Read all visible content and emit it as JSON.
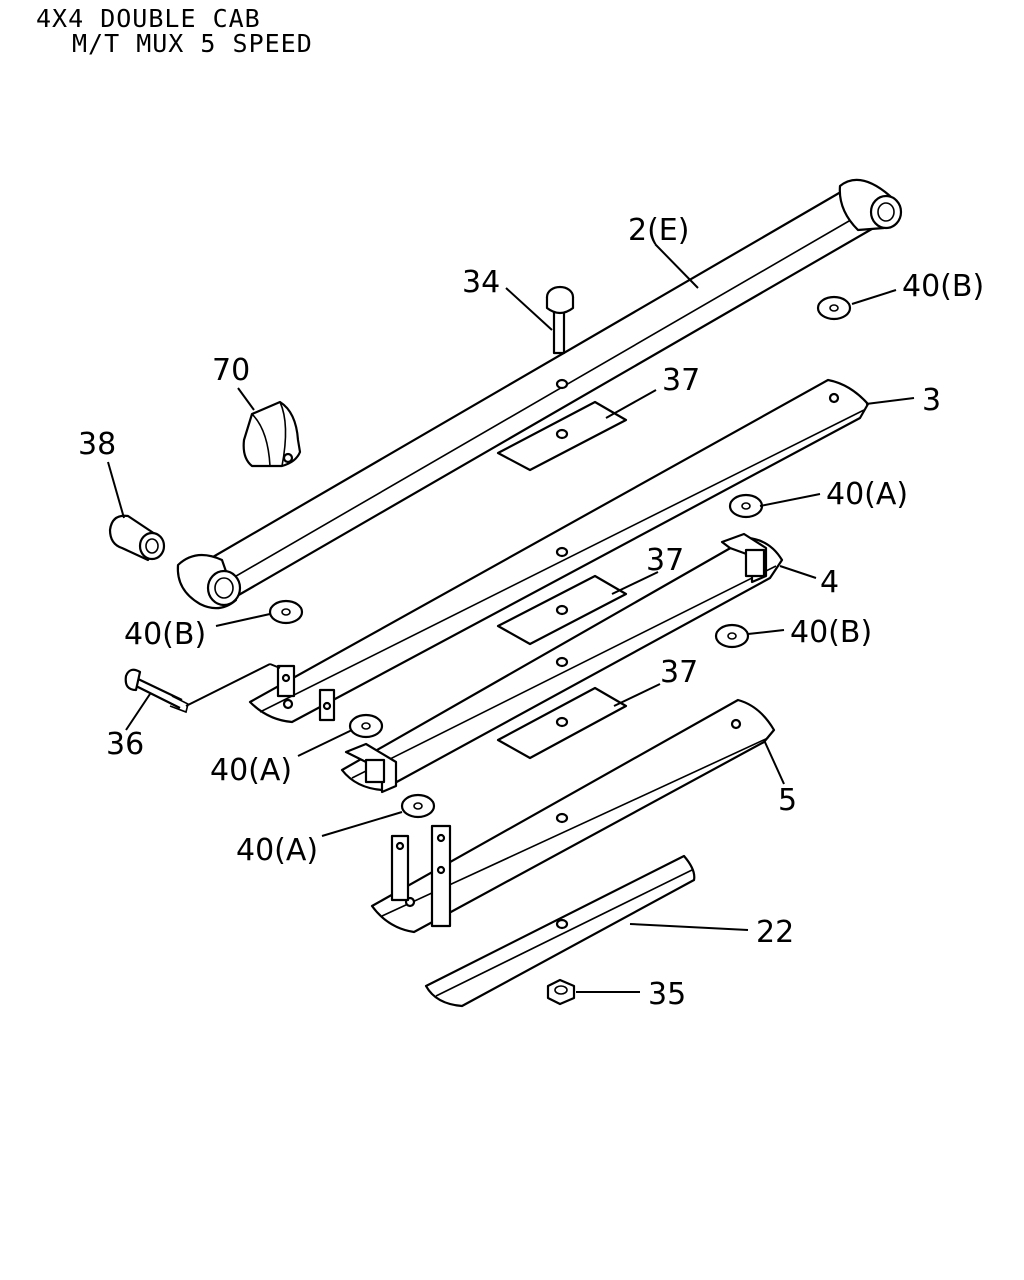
{
  "header": {
    "line1": "4X4 DOUBLE CAB",
    "line2": "M/T MUX 5 SPEED"
  },
  "callouts": {
    "c2e": "2(E)",
    "c34": "34",
    "c40b_top": "40(B)",
    "c70": "70",
    "c37_top": "37",
    "c3": "3",
    "c38": "38",
    "c40a_right": "40(A)",
    "c37_mid": "37",
    "c4": "4",
    "c40b_left": "40(B)",
    "c40b_right": "40(B)",
    "c37_low": "37",
    "c36": "36",
    "c40a_left": "40(A)",
    "c5": "5",
    "c40a_low": "40(A)",
    "c22": "22",
    "c35": "35"
  }
}
